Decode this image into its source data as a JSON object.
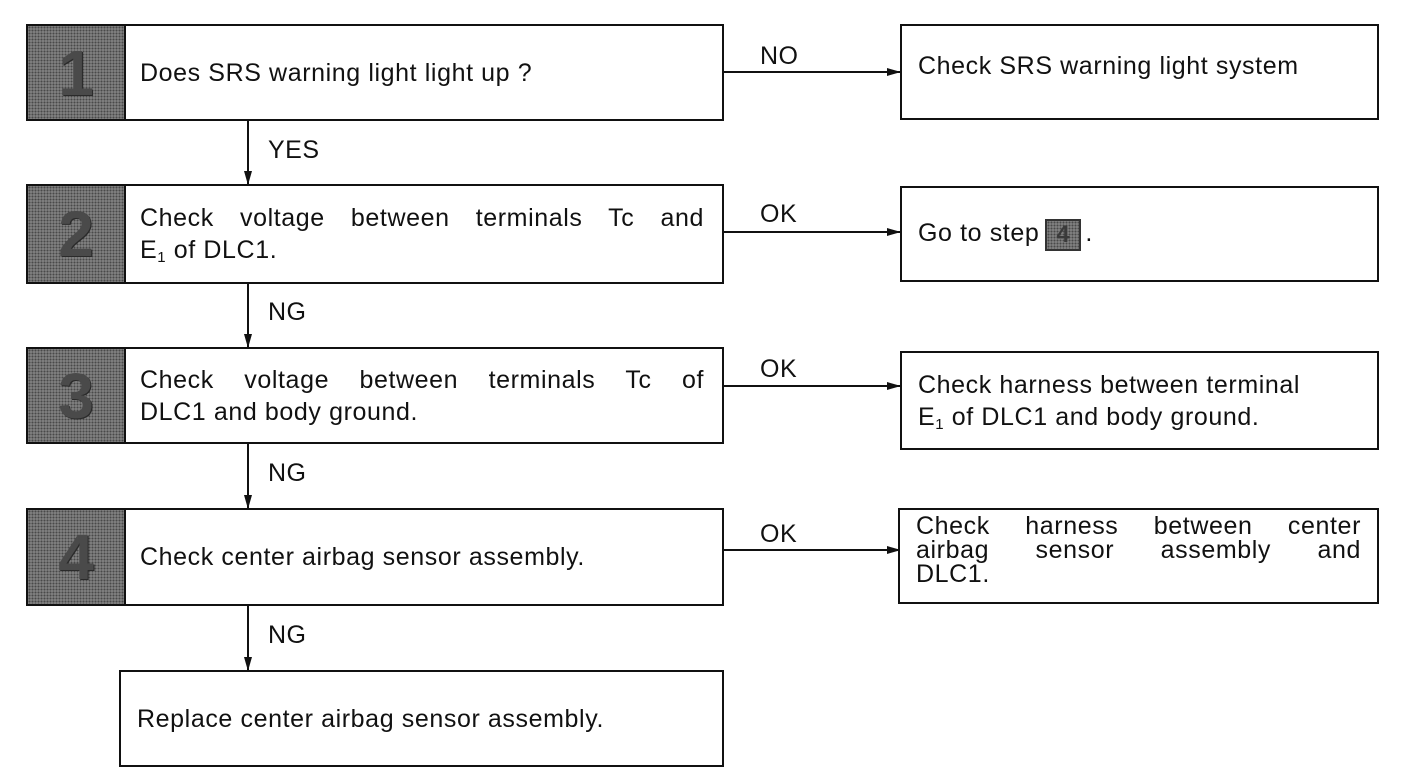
{
  "steps": [
    {
      "number": "1",
      "text": "Does SRS warning light light up ?"
    },
    {
      "number": "2",
      "line1": "Check voltage between terminals Tc and",
      "line2_pre": "E",
      "line2_sub": "1",
      "line2_post": " of DLC1."
    },
    {
      "number": "3",
      "line1": "Check voltage between terminals Tc of",
      "line2": "DLC1 and body ground."
    },
    {
      "number": "4",
      "text": "Check center airbag sensor assembly."
    }
  ],
  "final_action": {
    "text": "Replace center airbag sensor assembly."
  },
  "outcomes": [
    {
      "text": "Check SRS warning light system"
    },
    {
      "pre": "Go to step",
      "ref": "4",
      "post": "."
    },
    {
      "line1": "Check harness between terminal",
      "line2_pre": "E",
      "line2_sub": "1",
      "line2_post": " of DLC1 and body ground."
    },
    {
      "line1": "Check harness between center",
      "line2": "airbag sensor assembly and",
      "line3": "DLC1."
    }
  ],
  "edge_labels": {
    "step1_right": "NO",
    "step1_down": "YES",
    "step2_right": "OK",
    "step2_down": "NG",
    "step3_right": "OK",
    "step3_down": "NG",
    "step4_right": "OK",
    "step4_down": "NG"
  }
}
